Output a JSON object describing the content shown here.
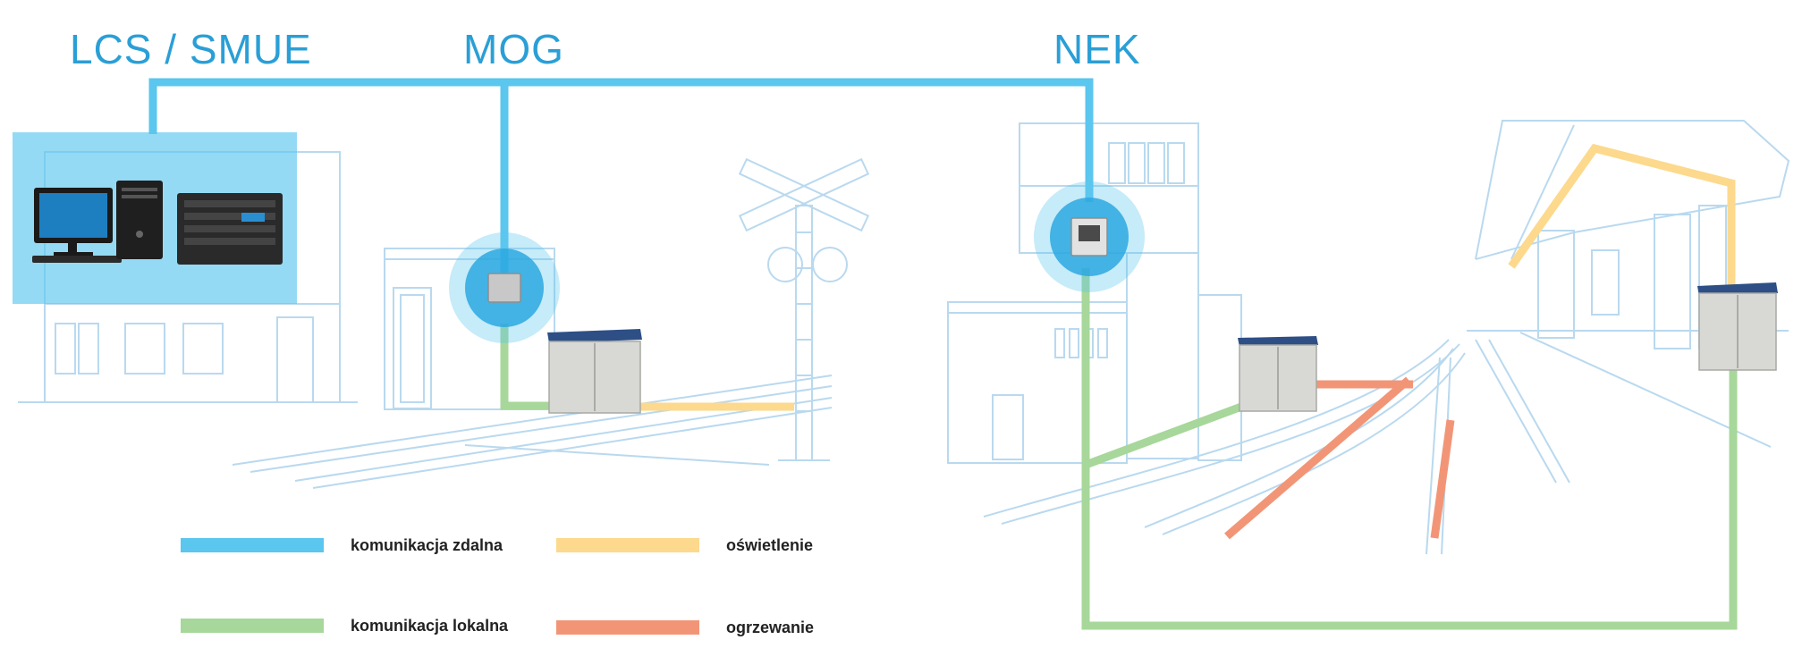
{
  "titles": {
    "lcs_smue": "LCS / SMUE",
    "mog": "MOG",
    "nek": "NEK"
  },
  "legend": {
    "remote": "komunikacja zdalna",
    "local": "komunikacja lokalna",
    "lighting": "oświetlenie",
    "heating": "ogrzewanie"
  },
  "colors": {
    "remote": "#5bc6ee",
    "local": "#a7d79a",
    "lighting": "#fcd98c",
    "heating": "#f29577",
    "title": "#2a9fd6",
    "sketch": "#b9d9ef",
    "cabinet": "#d8d8d4",
    "cabinet_roof": "#2d4f86"
  },
  "icons": {
    "computer": "desktop-computer-icon",
    "ups": "rack-server-icon",
    "cabinet": "switchgear-cabinet-icon",
    "controller": "control-box-icon",
    "crossing": "railway-crossing-sign-icon"
  }
}
